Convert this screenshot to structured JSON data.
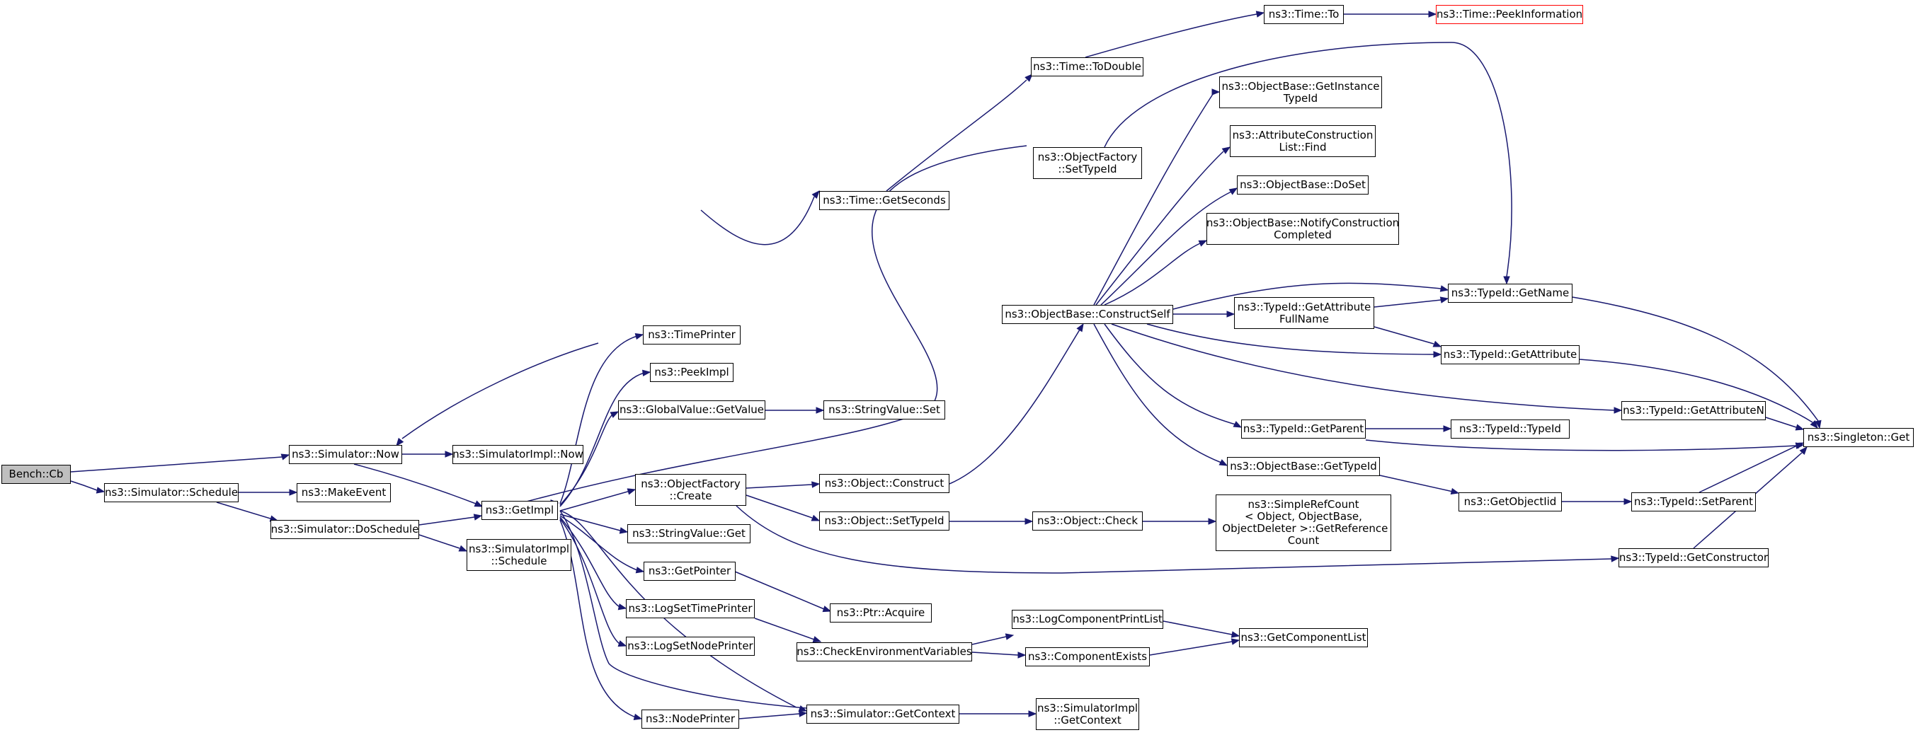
{
  "colors": {
    "edge": "#191970",
    "node_border": "#000000",
    "root_fill": "#bfbfbf",
    "truncated_border": "#ff0000"
  },
  "nodes": {
    "bench_cb": "Bench::Cb",
    "sim_now": "ns3::Simulator::Now",
    "sim_schedule": "ns3::Simulator::Schedule",
    "sim_doschedule": "ns3::Simulator::DoSchedule",
    "simimpl_now": "ns3::SimulatorImpl::Now",
    "make_event": "ns3::MakeEvent",
    "get_impl": "ns3::GetImpl",
    "simimpl_schedule": "ns3::SimulatorImpl\n::Schedule",
    "time_printer": "ns3::TimePrinter",
    "peek_impl": "ns3::PeekImpl",
    "global_value_getvalue": "ns3::GlobalValue::GetValue",
    "object_factory_create": "ns3::ObjectFactory\n::Create",
    "stringvalue_get": "ns3::StringValue::Get",
    "get_pointer": "ns3::GetPointer",
    "log_set_time_printer": "ns3::LogSetTimePrinter",
    "log_set_node_printer": "ns3::LogSetNodePrinter",
    "node_printer": "ns3::NodePrinter",
    "time_getseconds": "ns3::Time::GetSeconds",
    "time_todouble": "ns3::Time::ToDouble",
    "time_to": "ns3::Time::To",
    "time_peekinformation": "ns3::Time::PeekInformation",
    "stringvalue_set": "ns3::StringValue::Set",
    "object_construct": "ns3::Object::Construct",
    "object_settypeid": "ns3::Object::SetTypeId",
    "ptr_acquire": "ns3::Ptr::Acquire",
    "check_env_vars": "ns3::CheckEnvironmentVariables",
    "sim_getcontext": "ns3::Simulator::GetContext",
    "object_factory_settypeid": "ns3::ObjectFactory\n::SetTypeId",
    "objectbase_constructself": "ns3::ObjectBase::ConstructSelf",
    "object_check": "ns3::Object::Check",
    "log_component_printlist": "ns3::LogComponentPrintList",
    "component_exists": "ns3::ComponentExists",
    "simimpl_getcontext": "ns3::SimulatorImpl\n::GetContext",
    "objectbase_getinstancetypeid": "ns3::ObjectBase::GetInstance\nTypeId",
    "attr_construction_list_find": "ns3::AttributeConstruction\nList::Find",
    "objectbase_doset": "ns3::ObjectBase::DoSet",
    "objectbase_notify": "ns3::ObjectBase::NotifyConstruction\nCompleted",
    "typeid_getattributefullname": "ns3::TypeId::GetAttribute\nFullName",
    "typeid_getparent": "ns3::TypeId::GetParent",
    "objectbase_gettypeid": "ns3::ObjectBase::GetTypeId",
    "simplerefcount_getrefcount": "ns3::SimpleRefCount\n< Object, ObjectBase,\n ObjectDeleter >::GetReference\nCount",
    "get_component_list": "ns3::GetComponentList",
    "typeid_getname": "ns3::TypeId::GetName",
    "typeid_getattribute": "ns3::TypeId::GetAttribute",
    "typeid_typeid": "ns3::TypeId::TypeId",
    "get_object_iid": "ns3::GetObjectIid",
    "typeid_getattributen": "ns3::TypeId::GetAttributeN",
    "typeid_setparent": "ns3::TypeId::SetParent",
    "typeid_getconstructor": "ns3::TypeId::GetConstructor",
    "singleton_get": "ns3::Singleton::Get"
  }
}
